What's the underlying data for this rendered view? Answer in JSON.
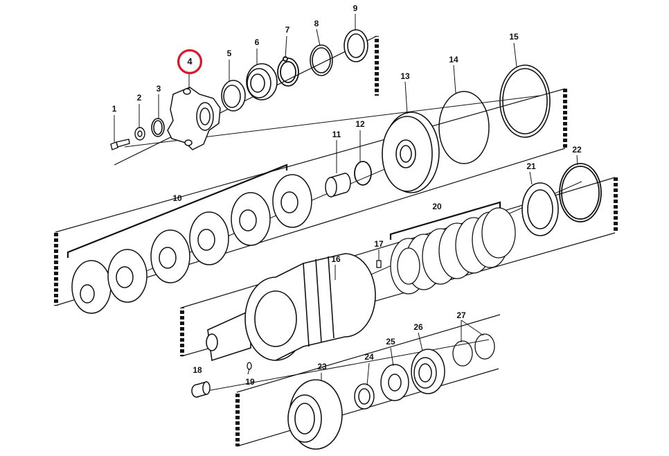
{
  "diagram": {
    "highlight_color": "#e01020",
    "highlighted_part": "4",
    "part_numbers": [
      "1",
      "2",
      "3",
      "4",
      "5",
      "6",
      "7",
      "8",
      "9",
      "10",
      "11",
      "12",
      "13",
      "14",
      "15",
      "16",
      "17",
      "18",
      "19",
      "20",
      "21",
      "22",
      "23",
      "24",
      "25",
      "26",
      "27"
    ]
  }
}
